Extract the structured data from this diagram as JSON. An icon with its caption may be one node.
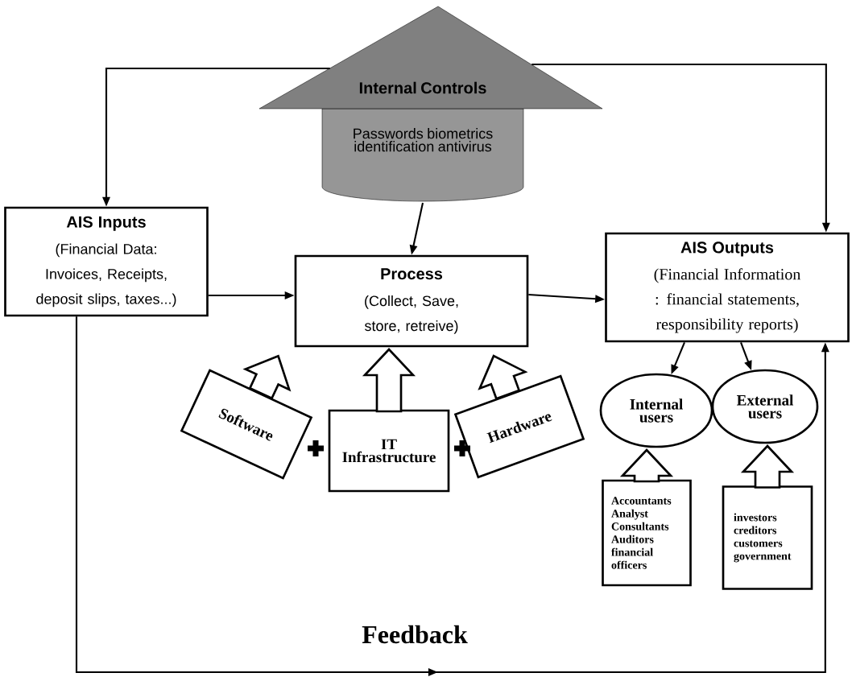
{
  "diagram": {
    "nodes": [
      {
        "text": [
          "Internal Controls",
          "Passwords biometrics identification antivirus"
        ]
      },
      {
        "text": [
          "AIS Inputs",
          "(Financial Data: Invoices, Receipts, deposit slips, taxes...)"
        ]
      },
      {
        "text": [
          "Process",
          "(Collect, Save, store, retreive)"
        ]
      },
      {
        "text": [
          "AIS Outputs",
          "(Financial Information : financial statements, responsibility reports)"
        ]
      },
      {
        "text": [
          "Software"
        ]
      },
      {
        "text": [
          "IT Infrastructure"
        ]
      },
      {
        "text": [
          "Hardware"
        ]
      },
      {
        "text": [
          "Internal users"
        ]
      },
      {
        "text": [
          "External users"
        ]
      },
      {
        "text": [
          "Accountants Analyst Consultants Auditors financial officers"
        ]
      },
      {
        "text": [
          "investors creditors customers government"
        ]
      }
    ],
    "edges": [
      {
        "from": 0,
        "to": 1,
        "arrow": "to"
      },
      {
        "from": 0,
        "to": 3,
        "arrow": "to"
      },
      {
        "from": 0,
        "to": 2,
        "arrow": "to"
      },
      {
        "from": 1,
        "to": 2,
        "arrow": "to"
      },
      {
        "from": 2,
        "to": 3,
        "arrow": "to"
      },
      {
        "from": 3,
        "to": 7,
        "arrow": "to"
      },
      {
        "from": 3,
        "to": 8,
        "arrow": "to"
      },
      {
        "from": 4,
        "to": 2,
        "arrow": "to",
        "style": "thick"
      },
      {
        "from": 5,
        "to": 2,
        "arrow": "to",
        "style": "thick"
      },
      {
        "from": 6,
        "to": 2,
        "arrow": "to",
        "style": "thick"
      },
      {
        "from": 9,
        "to": 7,
        "arrow": "to",
        "style": "thick"
      },
      {
        "from": 10,
        "to": 8,
        "arrow": "to",
        "style": "thick"
      },
      {
        "from": 1,
        "to": 3,
        "arrow": "to"
      }
    ],
    "labels": [
      "Feedback"
    ]
  }
}
